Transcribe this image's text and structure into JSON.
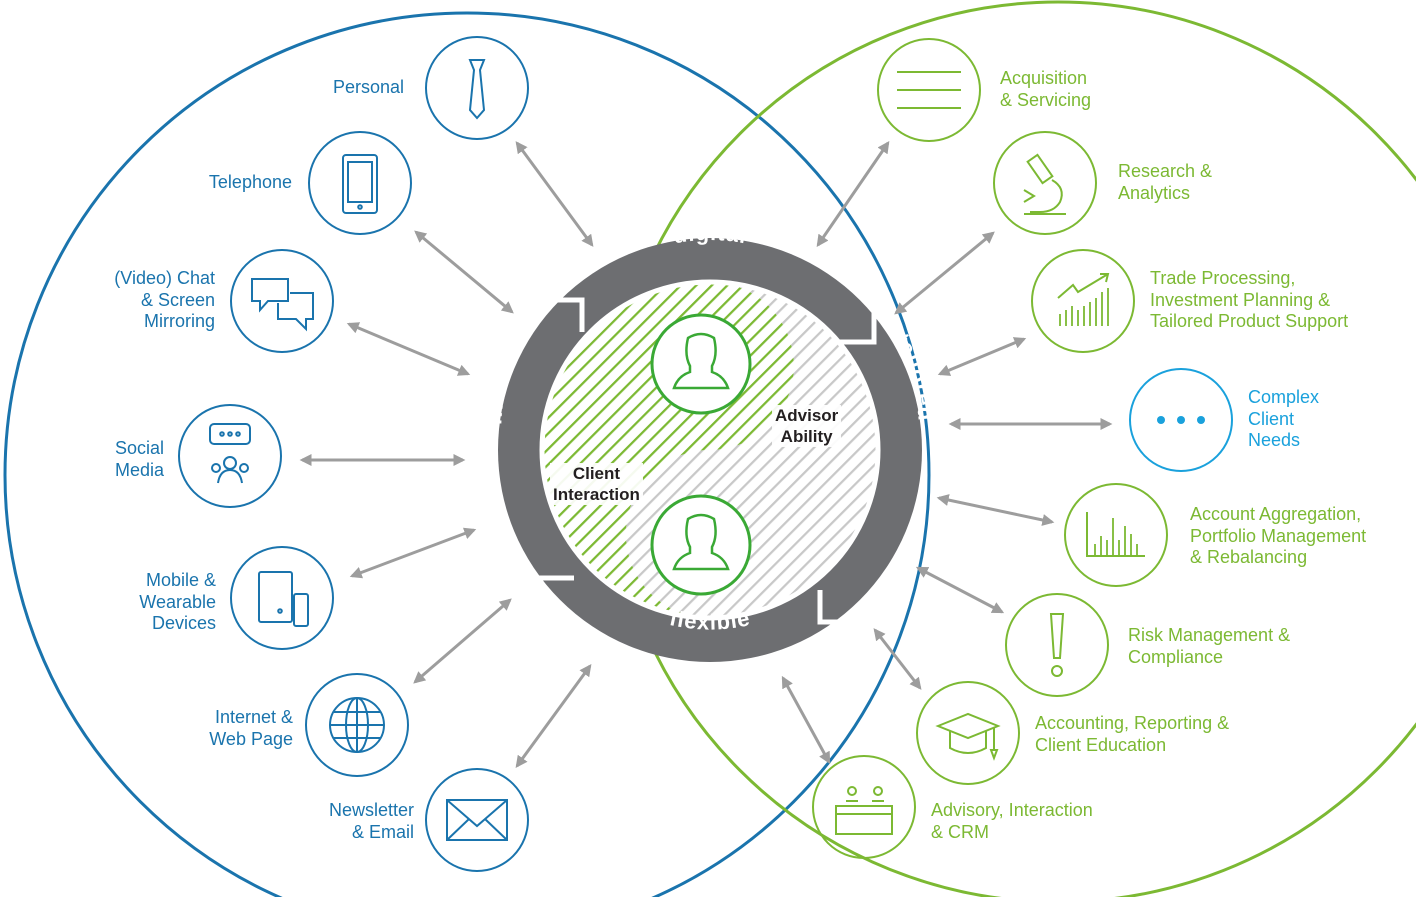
{
  "ring": {
    "top": "digital",
    "right": "tailored",
    "bottom": "flexible",
    "left": "intuitive"
  },
  "core": {
    "advisor": [
      "Advisor",
      "Ability"
    ],
    "client": [
      "Client",
      "Interaction"
    ]
  },
  "channels": [
    {
      "icon": "necktie-icon",
      "lines": [
        "Personal"
      ]
    },
    {
      "icon": "tablet-icon",
      "lines": [
        "Telephone"
      ]
    },
    {
      "icon": "chat-bubbles-icon",
      "lines": [
        "(Video) Chat",
        "& Screen",
        "Mirroring"
      ]
    },
    {
      "icon": "social-media-icon",
      "lines": [
        "Social",
        "Media"
      ]
    },
    {
      "icon": "mobile-devices-icon",
      "lines": [
        "Mobile &",
        "Wearable",
        "Devices"
      ]
    },
    {
      "icon": "globe-icon",
      "lines": [
        "Internet &",
        "Web Page"
      ]
    },
    {
      "icon": "envelope-icon",
      "lines": [
        "Newsletter",
        "& Email"
      ]
    }
  ],
  "capabilities": [
    {
      "icon": "list-lines-icon",
      "lines": [
        "Acquisition",
        "& Servicing"
      ]
    },
    {
      "icon": "microscope-icon",
      "lines": [
        "Research &",
        "Analytics"
      ]
    },
    {
      "icon": "growth-chart-icon",
      "lines": [
        "Trade Processing,",
        "Investment Planning &",
        "Tailored Product Support"
      ]
    },
    {
      "icon": "ellipsis-icon",
      "lines": [
        "Complex",
        "Client",
        "Needs"
      ]
    },
    {
      "icon": "bar-chart-icon",
      "lines": [
        "Account Aggregation,",
        "Portfolio Management",
        "& Rebalancing"
      ]
    },
    {
      "icon": "exclamation-icon",
      "lines": [
        "Risk Management &",
        "Compliance"
      ]
    },
    {
      "icon": "graduation-cap-icon",
      "lines": [
        "Accounting, Reporting &",
        "Client Education"
      ]
    },
    {
      "icon": "desk-people-icon",
      "lines": [
        "Advisory, Interaction",
        "& CRM"
      ]
    }
  ],
  "colors": {
    "blue": "#1a74ad",
    "green": "#7cb933",
    "light_blue": "#1aa1dc",
    "ring_gray": "#6d6e71",
    "arrow_gray": "#9d9d9d"
  }
}
